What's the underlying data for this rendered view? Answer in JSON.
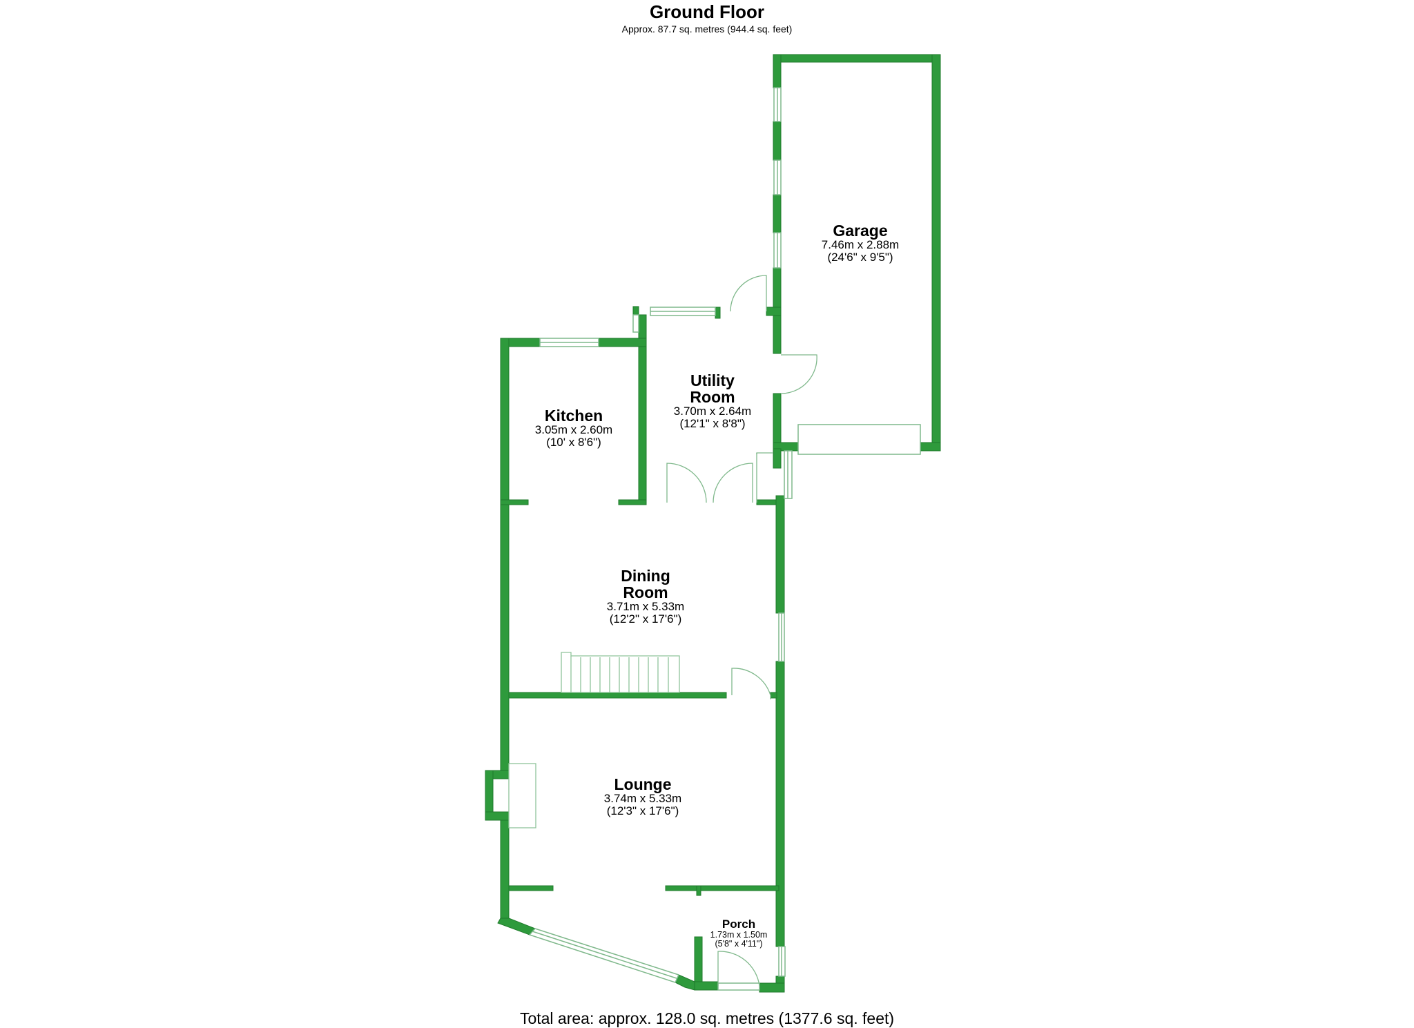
{
  "floor": {
    "title": "Ground Floor",
    "subtitle": "Approx. 87.7 sq. metres (944.4 sq. feet)"
  },
  "rooms": {
    "garage": {
      "name": "Garage",
      "metric": "7.46m x 2.88m",
      "imperial": "(24'6\" x 9'5\")"
    },
    "utility": {
      "name_line1": "Utility",
      "name_line2": "Room",
      "metric": "3.70m x 2.64m",
      "imperial": "(12'1\" x 8'8\")"
    },
    "kitchen": {
      "name": "Kitchen",
      "metric": "3.05m x 2.60m",
      "imperial": "(10' x 8'6\")"
    },
    "dining": {
      "name_line1": "Dining",
      "name_line2": "Room",
      "metric": "3.71m x 5.33m",
      "imperial": "(12'2\" x 17'6\")"
    },
    "lounge": {
      "name": "Lounge",
      "metric": "3.74m x 5.33m",
      "imperial": "(12'3\" x 17'6\")"
    },
    "porch": {
      "name": "Porch",
      "metric": "1.73m x 1.50m",
      "imperial": "(5'8\" x 4'11\")"
    }
  },
  "footer": {
    "total_area": "Total area: approx. 128.0 sq. metres (1377.6 sq. feet)"
  },
  "colors": {
    "wall": "#2e9a3c",
    "wall_edge": "#1f7a2b",
    "fixture": "#8fc49a",
    "fixture_fill": "#ffffff"
  }
}
